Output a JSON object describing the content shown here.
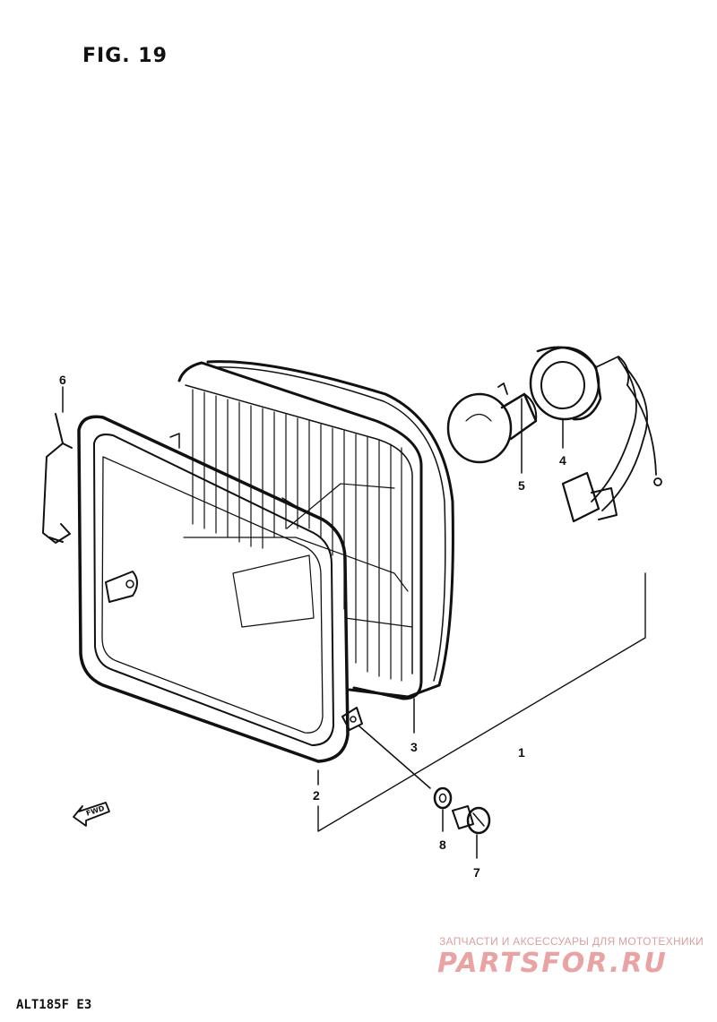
{
  "figure": {
    "title": "FIG. 19"
  },
  "callouts": [
    {
      "id": "1",
      "label": "1"
    },
    {
      "id": "2",
      "label": "2"
    },
    {
      "id": "3",
      "label": "3"
    },
    {
      "id": "4",
      "label": "4"
    },
    {
      "id": "5",
      "label": "5"
    },
    {
      "id": "6",
      "label": "6"
    },
    {
      "id": "7",
      "label": "7"
    },
    {
      "id": "8",
      "label": "8"
    }
  ],
  "fwd_indicator": "FWD",
  "model_code": "ALT185F  E3",
  "watermark": {
    "caption": "ЗАПЧАСТИ И АКСЕССУАРЫ ДЛЯ МОТОТЕХНИКИ",
    "logo": "PARTSFOR.RU"
  },
  "colors": {
    "ink": "#111111",
    "watermark": "#e9a3a3"
  }
}
